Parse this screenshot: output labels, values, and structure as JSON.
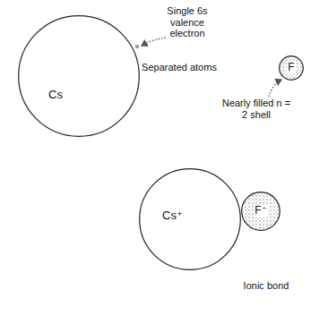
{
  "diagram": {
    "nodes": [
      {
        "text": [
          "Cs"
        ]
      },
      {
        "text": [
          "F"
        ]
      },
      {
        "text": [
          "Cs⁺"
        ]
      },
      {
        "text": [
          "F⁻"
        ]
      }
    ],
    "labels": [
      "Single 6s valence electron",
      "Separated atoms",
      "Nearly filled n = 2 shell",
      "Ionic bond"
    ]
  }
}
